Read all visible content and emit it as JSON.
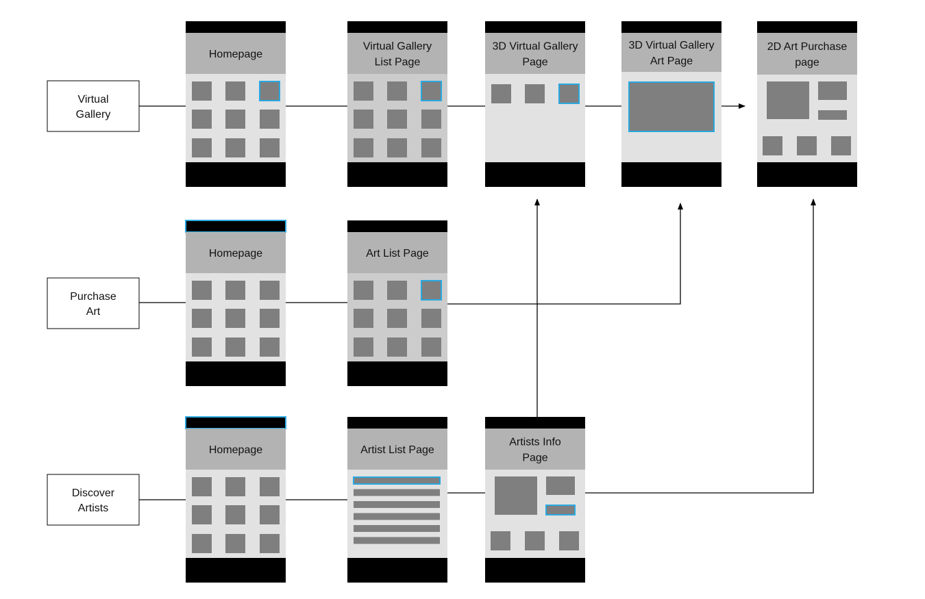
{
  "colors": {
    "phone_bar": "#000000",
    "header": "#b3b3b3",
    "body_light": "#e2e2e2",
    "body_mid": "#cccccc",
    "tile": "#7f7f7f",
    "highlight": "#29a8e0",
    "connector": "#000000"
  },
  "flows": [
    {
      "id": "virtual-gallery",
      "label_lines": [
        "Virtual",
        "Gallery"
      ]
    },
    {
      "id": "purchase-art",
      "label_lines": [
        "Purchase",
        "Art"
      ]
    },
    {
      "id": "discover-artists",
      "label_lines": [
        "Discover",
        "Artists"
      ]
    }
  ],
  "screens": [
    {
      "id": "vg-homepage",
      "title_lines": [
        "Homepage"
      ],
      "layout": "grid-3x3",
      "highlight": "tile-3"
    },
    {
      "id": "vg-list",
      "title_lines": [
        "Virtual Gallery",
        "List Page"
      ],
      "layout": "grid-3x3",
      "highlight": "tile-3"
    },
    {
      "id": "vg-3d-gallery",
      "title_lines": [
        "3D Virtual Gallery",
        "Page"
      ],
      "layout": "row-3",
      "highlight": "tile-3"
    },
    {
      "id": "vg-3d-art",
      "title_lines": [
        "3D Virtual Gallery",
        "Art Page"
      ],
      "layout": "single-image",
      "highlight": "image"
    },
    {
      "id": "vg-2d-purchase",
      "title_lines": [
        "2D Art Purchase",
        "page"
      ],
      "layout": "purchase",
      "highlight": "none"
    },
    {
      "id": "pa-homepage",
      "title_lines": [
        "Homepage"
      ],
      "layout": "grid-3x3",
      "highlight": "top-bar"
    },
    {
      "id": "pa-art-list",
      "title_lines": [
        "Art List Page"
      ],
      "layout": "grid-3x3",
      "highlight": "tile-3"
    },
    {
      "id": "da-homepage",
      "title_lines": [
        "Homepage"
      ],
      "layout": "grid-3x3",
      "highlight": "top-bar"
    },
    {
      "id": "da-artist-list",
      "title_lines": [
        "Artist List Page"
      ],
      "layout": "list",
      "highlight": "row-1"
    },
    {
      "id": "da-artist-info",
      "title_lines": [
        "Artists Info",
        "Page"
      ],
      "layout": "profile",
      "highlight": "button"
    }
  ],
  "connections": [
    {
      "from": "virtual-gallery",
      "to": "vg-homepage",
      "arrow": false
    },
    {
      "from": "vg-homepage",
      "to": "vg-list",
      "arrow": false
    },
    {
      "from": "vg-list",
      "to": "vg-3d-gallery",
      "arrow": false
    },
    {
      "from": "vg-3d-gallery",
      "to": "vg-3d-art",
      "arrow": false
    },
    {
      "from": "vg-3d-art",
      "to": "vg-2d-purchase",
      "arrow": true
    },
    {
      "from": "purchase-art",
      "to": "pa-homepage",
      "arrow": false
    },
    {
      "from": "pa-homepage",
      "to": "pa-art-list",
      "arrow": false
    },
    {
      "from": "pa-art-list",
      "to": "vg-3d-art",
      "arrow": true
    },
    {
      "from": "discover-artists",
      "to": "da-homepage",
      "arrow": false
    },
    {
      "from": "da-homepage",
      "to": "da-artist-list",
      "arrow": false
    },
    {
      "from": "da-artist-list",
      "to": "da-artist-info",
      "arrow": false
    },
    {
      "from": "da-artist-info",
      "to": "vg-3d-gallery",
      "arrow": true
    },
    {
      "from": "da-artist-info",
      "to": "vg-2d-purchase",
      "arrow": true
    }
  ]
}
